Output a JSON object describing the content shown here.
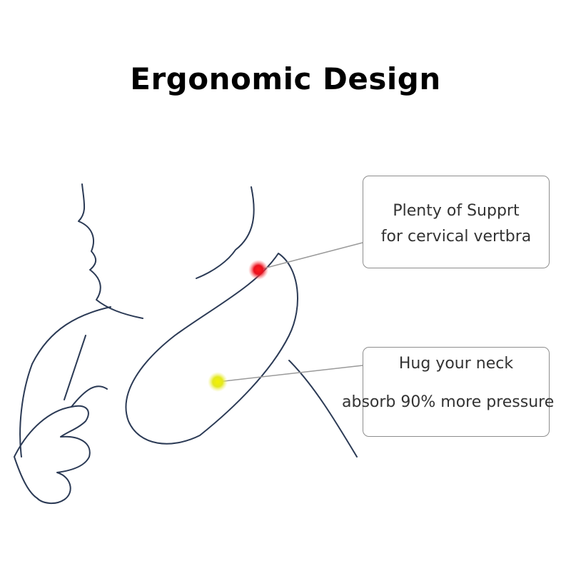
{
  "title": "Ergonomic Design",
  "callouts": [
    {
      "line1": "Plenty of Supprt",
      "line2": "for cervical vertbra",
      "dot_color": "#e8101e"
    },
    {
      "line1": "Hug your neck",
      "line2": "absorb 90% more pressure",
      "dot_color": "#e8ec1a"
    }
  ],
  "colors": {
    "line_art": "#2b3a55",
    "leader": "#9a9a9a",
    "box_border": "#8e8e8e"
  }
}
